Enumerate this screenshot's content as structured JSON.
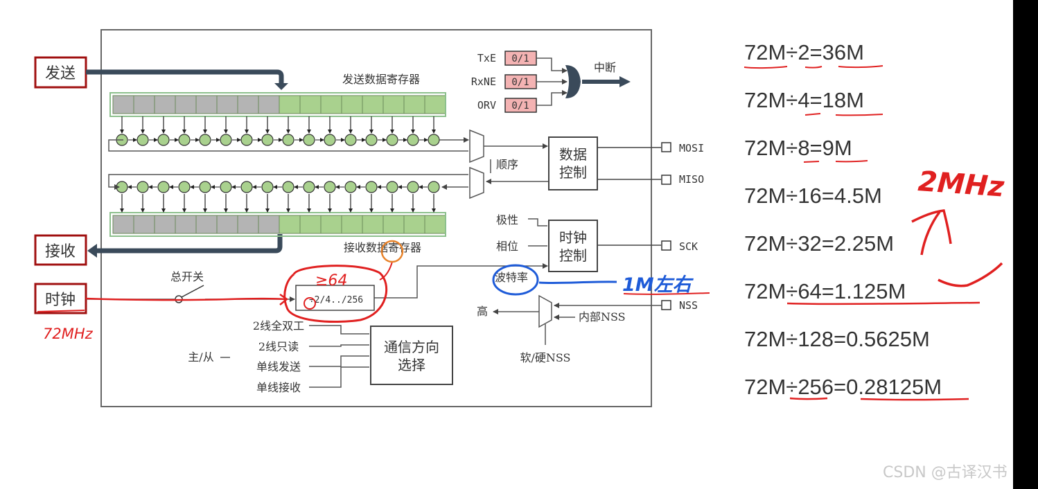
{
  "diagram": {
    "send_label": "发送",
    "receive_label": "接收",
    "clock_label": "时钟",
    "tx_register_label": "发送数据寄存器",
    "rx_register_label": "接收数据寄存器",
    "flags": [
      {
        "name": "TxE",
        "value": "0/1"
      },
      {
        "name": "RxNE",
        "value": "0/1"
      },
      {
        "name": "ORV",
        "value": "0/1"
      }
    ],
    "interrupt_label": "中断",
    "order_label": "顺序",
    "data_control_line1": "数据",
    "data_control_line2": "控制",
    "clock_control_line1": "时钟",
    "clock_control_line2": "控制",
    "polarity_label": "极性",
    "phase_label": "相位",
    "baud_rate_label": "波特率",
    "pins": {
      "mosi": "MOSI",
      "miso": "MISO",
      "sck": "SCK",
      "nss": "NSS"
    },
    "master_switch_label": "总开关",
    "prescaler_label": "÷2/4../256",
    "high_label": "高",
    "internal_nss_label": "内部NSS",
    "soft_hard_nss_label": "软/硬NSS",
    "master_slave_label": "主/从",
    "direction_modes": [
      "2线全双工",
      "2线只读",
      "单线发送",
      "单线接收"
    ],
    "direction_box_line1": "通信方向",
    "direction_box_line2": "选择"
  },
  "annotations": {
    "clock_freq": "72MHz",
    "ge_64": "≥64",
    "approx_1m": "1M左右",
    "two_mhz": "2MHz"
  },
  "equations": [
    "72M÷2=36M",
    "72M÷4=18M",
    "72M÷8=9M",
    "72M÷16=4.5M",
    "72M÷32=2.25M",
    "72M÷64=1.125M",
    "72M÷128=0.5625M",
    "72M÷256=0.28125M"
  ],
  "watermark": "CSDN @古译汉书",
  "colors": {
    "ink_red": "#e02020",
    "ink_blue": "#1e5bd8",
    "highlight_orange": "#e8832a",
    "register_green": "#a9d18e",
    "register_gray": "#b4b4b4",
    "label_box_red": "#a01010",
    "flag_fill": "#f4b3b3"
  }
}
